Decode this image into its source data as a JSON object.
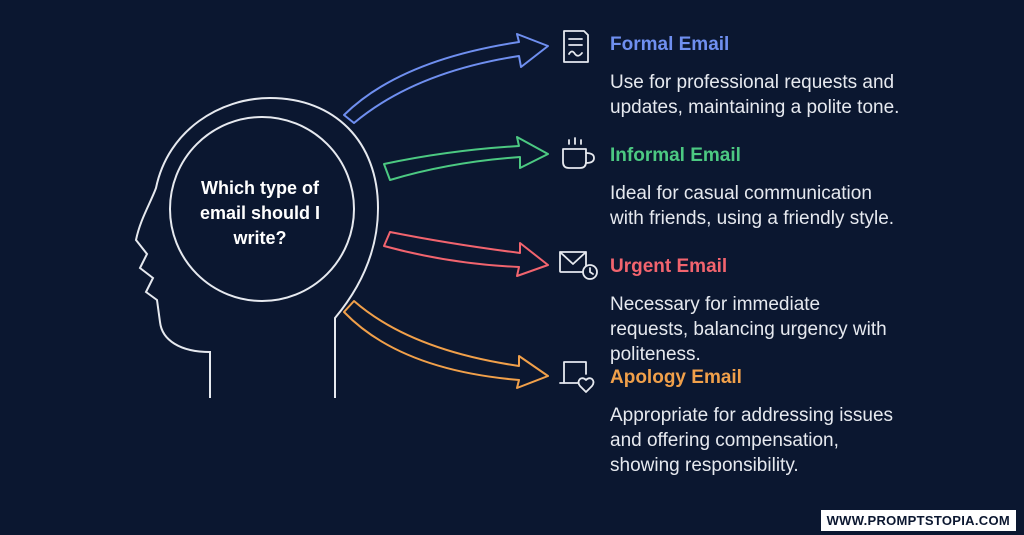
{
  "question": "Which type of email should I write?",
  "items": [
    {
      "title": "Formal Email",
      "description": "Use for professional requests and updates, maintaining a polite tone.",
      "color": "#6f8ff0",
      "icon": "document-signature-icon"
    },
    {
      "title": "Informal Email",
      "description": "Ideal for casual communication with friends, using a friendly style.",
      "color": "#4cc982",
      "icon": "coffee-cup-icon"
    },
    {
      "title": "Urgent Email",
      "description": "Necessary for immediate requests, balancing urgency with politeness.",
      "color": "#f2646e",
      "icon": "envelope-clock-icon"
    },
    {
      "title": "Apology Email",
      "description": "Appropriate for addressing issues and offering compensation, showing responsibility.",
      "color": "#f1a04a",
      "icon": "laptop-heart-icon"
    }
  ],
  "watermark": "WWW.PROMPTSTOPIA.COM",
  "colors": {
    "background": "#0b1730",
    "outline": "#e6e9ef"
  }
}
